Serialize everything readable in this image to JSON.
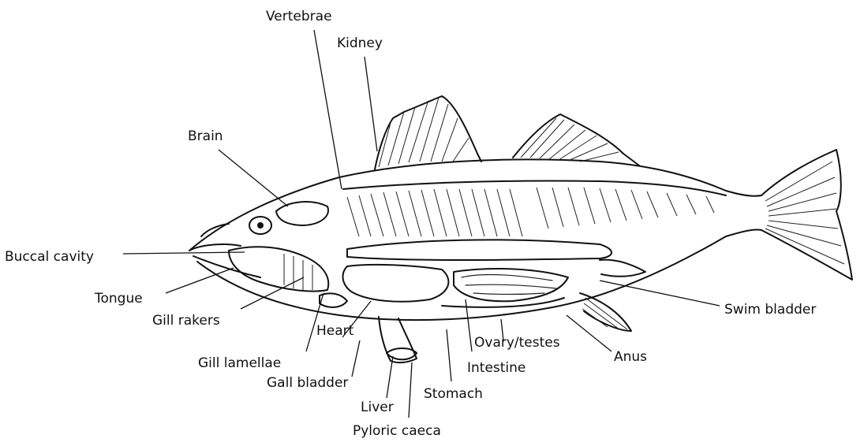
{
  "labels": {
    "vertebrae": "Vertebrae",
    "kidney": "Kidney",
    "brain": "Brain",
    "buccal_cavity": "Buccal cavity",
    "tongue": "Tongue",
    "gill_rakers": "Gill rakers",
    "gill_lamellae": "Gill lamellae",
    "heart": "Heart",
    "gall_bladder": "Gall bladder",
    "liver": "Liver",
    "pyloric_caeca": "Pyloric caeca",
    "stomach": "Stomach",
    "intestine": "Intestine",
    "ovary_testes": "Ovary/testes",
    "anus": "Anus",
    "swim_bladder": "Swim bladder"
  }
}
